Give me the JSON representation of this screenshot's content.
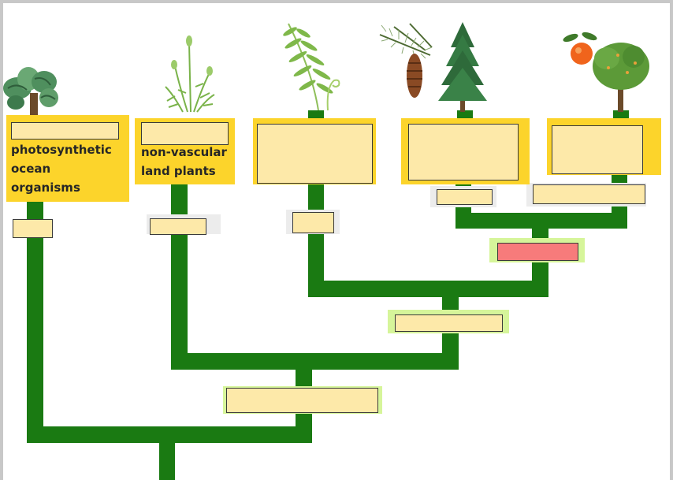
{
  "colors": {
    "frame": "#c8c8c8",
    "page": "#ffffff",
    "branch": "#1a7a12",
    "card": "#fcd42b",
    "drop_zone": "#fde9a9",
    "drop_zone_incorrect": "#f77b7b",
    "halo_green": "#d6f59a",
    "halo_grey": "#ececec"
  },
  "taxa": [
    {
      "label": "photosynthetic\nocean\norganisms",
      "icon": "seaweed-icon"
    },
    {
      "label": "non-vascular\nland plants",
      "icon": "moss-icon"
    },
    {
      "label": "",
      "icon": "fern-icon"
    },
    {
      "label": "",
      "icon": "conifer-icon"
    },
    {
      "label": "",
      "icon": "fruit-tree-icon"
    }
  ],
  "drop_zones": [
    {
      "id": "taxon-1-name",
      "state": "empty"
    },
    {
      "id": "taxon-2-name",
      "state": "empty"
    },
    {
      "id": "taxon-3-name",
      "state": "empty"
    },
    {
      "id": "taxon-4-name",
      "state": "empty"
    },
    {
      "id": "taxon-5-name",
      "state": "empty"
    },
    {
      "id": "trait-1",
      "state": "empty"
    },
    {
      "id": "trait-2",
      "state": "empty"
    },
    {
      "id": "trait-3",
      "state": "empty"
    },
    {
      "id": "trait-4",
      "state": "empty"
    },
    {
      "id": "trait-5",
      "state": "empty"
    },
    {
      "id": "node-flowers",
      "state": "incorrect"
    },
    {
      "id": "node-seeds",
      "state": "empty"
    },
    {
      "id": "node-vascular",
      "state": "empty"
    },
    {
      "id": "node-land",
      "state": "empty"
    }
  ]
}
